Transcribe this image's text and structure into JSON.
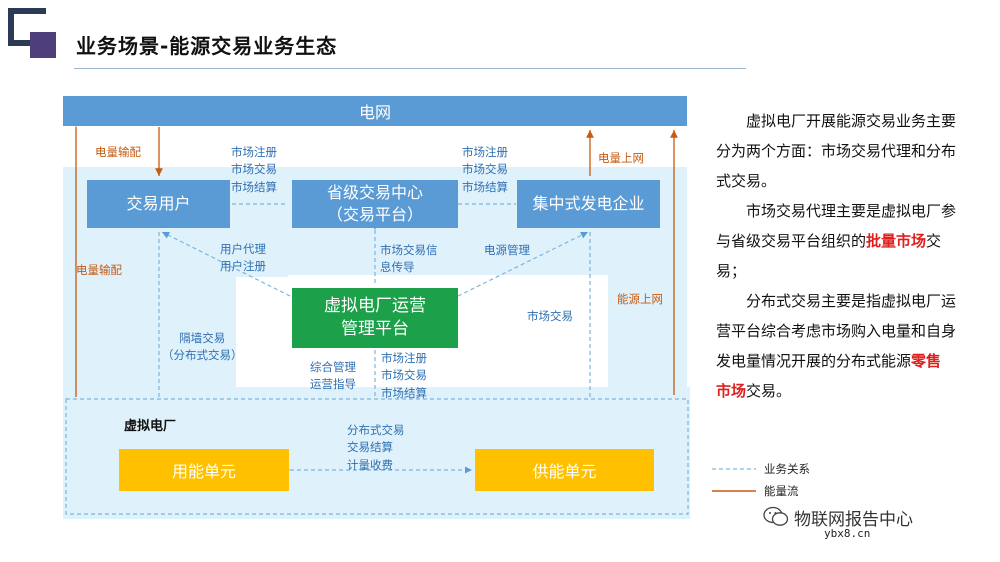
{
  "header": {
    "title": "业务场景-能源交易业务生态"
  },
  "diagram": {
    "grid": "电网",
    "user": "交易用户",
    "center_line1": "省级交易中心",
    "center_line2": "（交易平台）",
    "gen": "集中式发电企业",
    "vpp_line1": "虚拟电厂运营",
    "vpp_line2": "管理平台",
    "vpp_zone": "虚拟电厂",
    "consume": "用能单元",
    "supply": "供能单元",
    "labels": {
      "dispatch_top": "电量输配",
      "dispatch_left": "电量输配",
      "grid_up": "电量上网",
      "energy_up": "能源上网",
      "reg_left": [
        "市场注册",
        "市场交易",
        "市场结算"
      ],
      "reg_right": [
        "市场注册",
        "市场交易",
        "市场结算"
      ],
      "agent": [
        "用户代理",
        "用户注册"
      ],
      "info": [
        "市场交易信",
        "息传导"
      ],
      "power_mgmt": "电源管理",
      "wall": [
        "隔墙交易",
        "（分布式交易）"
      ],
      "market": "市场交易",
      "mgmt": [
        "综合管理",
        "运营指导"
      ],
      "reg_bottom": [
        "市场注册",
        "市场交易",
        "市场结算"
      ],
      "dist": [
        "分布式交易",
        "交易结算",
        "计量收费"
      ]
    }
  },
  "legend": {
    "business": "业务关系",
    "energy": "能量流"
  },
  "text": {
    "p1": "虚拟电厂开展能源交易业务主要分为两个方面：市场交易代理和分布式交易。",
    "p2a": "市场交易代理主要是虚拟电厂参与省级交易平台组织的",
    "p2b": "批量市场",
    "p2c": "交易；",
    "p3a": "分布式交易主要是指虚拟电厂运营平台综合考虑市场购入电量和自身发电量情况开展的分布式能源",
    "p3b": "零售市场",
    "p3c": "交易。"
  },
  "watermark": {
    "brand": "物联网报告中心",
    "site": "ybx8.cn"
  },
  "colors": {
    "blue": "#5b9bd5",
    "green": "#1ca04a",
    "yellow": "#ffc000",
    "orange": "#c55a11",
    "highlight": "#e01f1f"
  }
}
